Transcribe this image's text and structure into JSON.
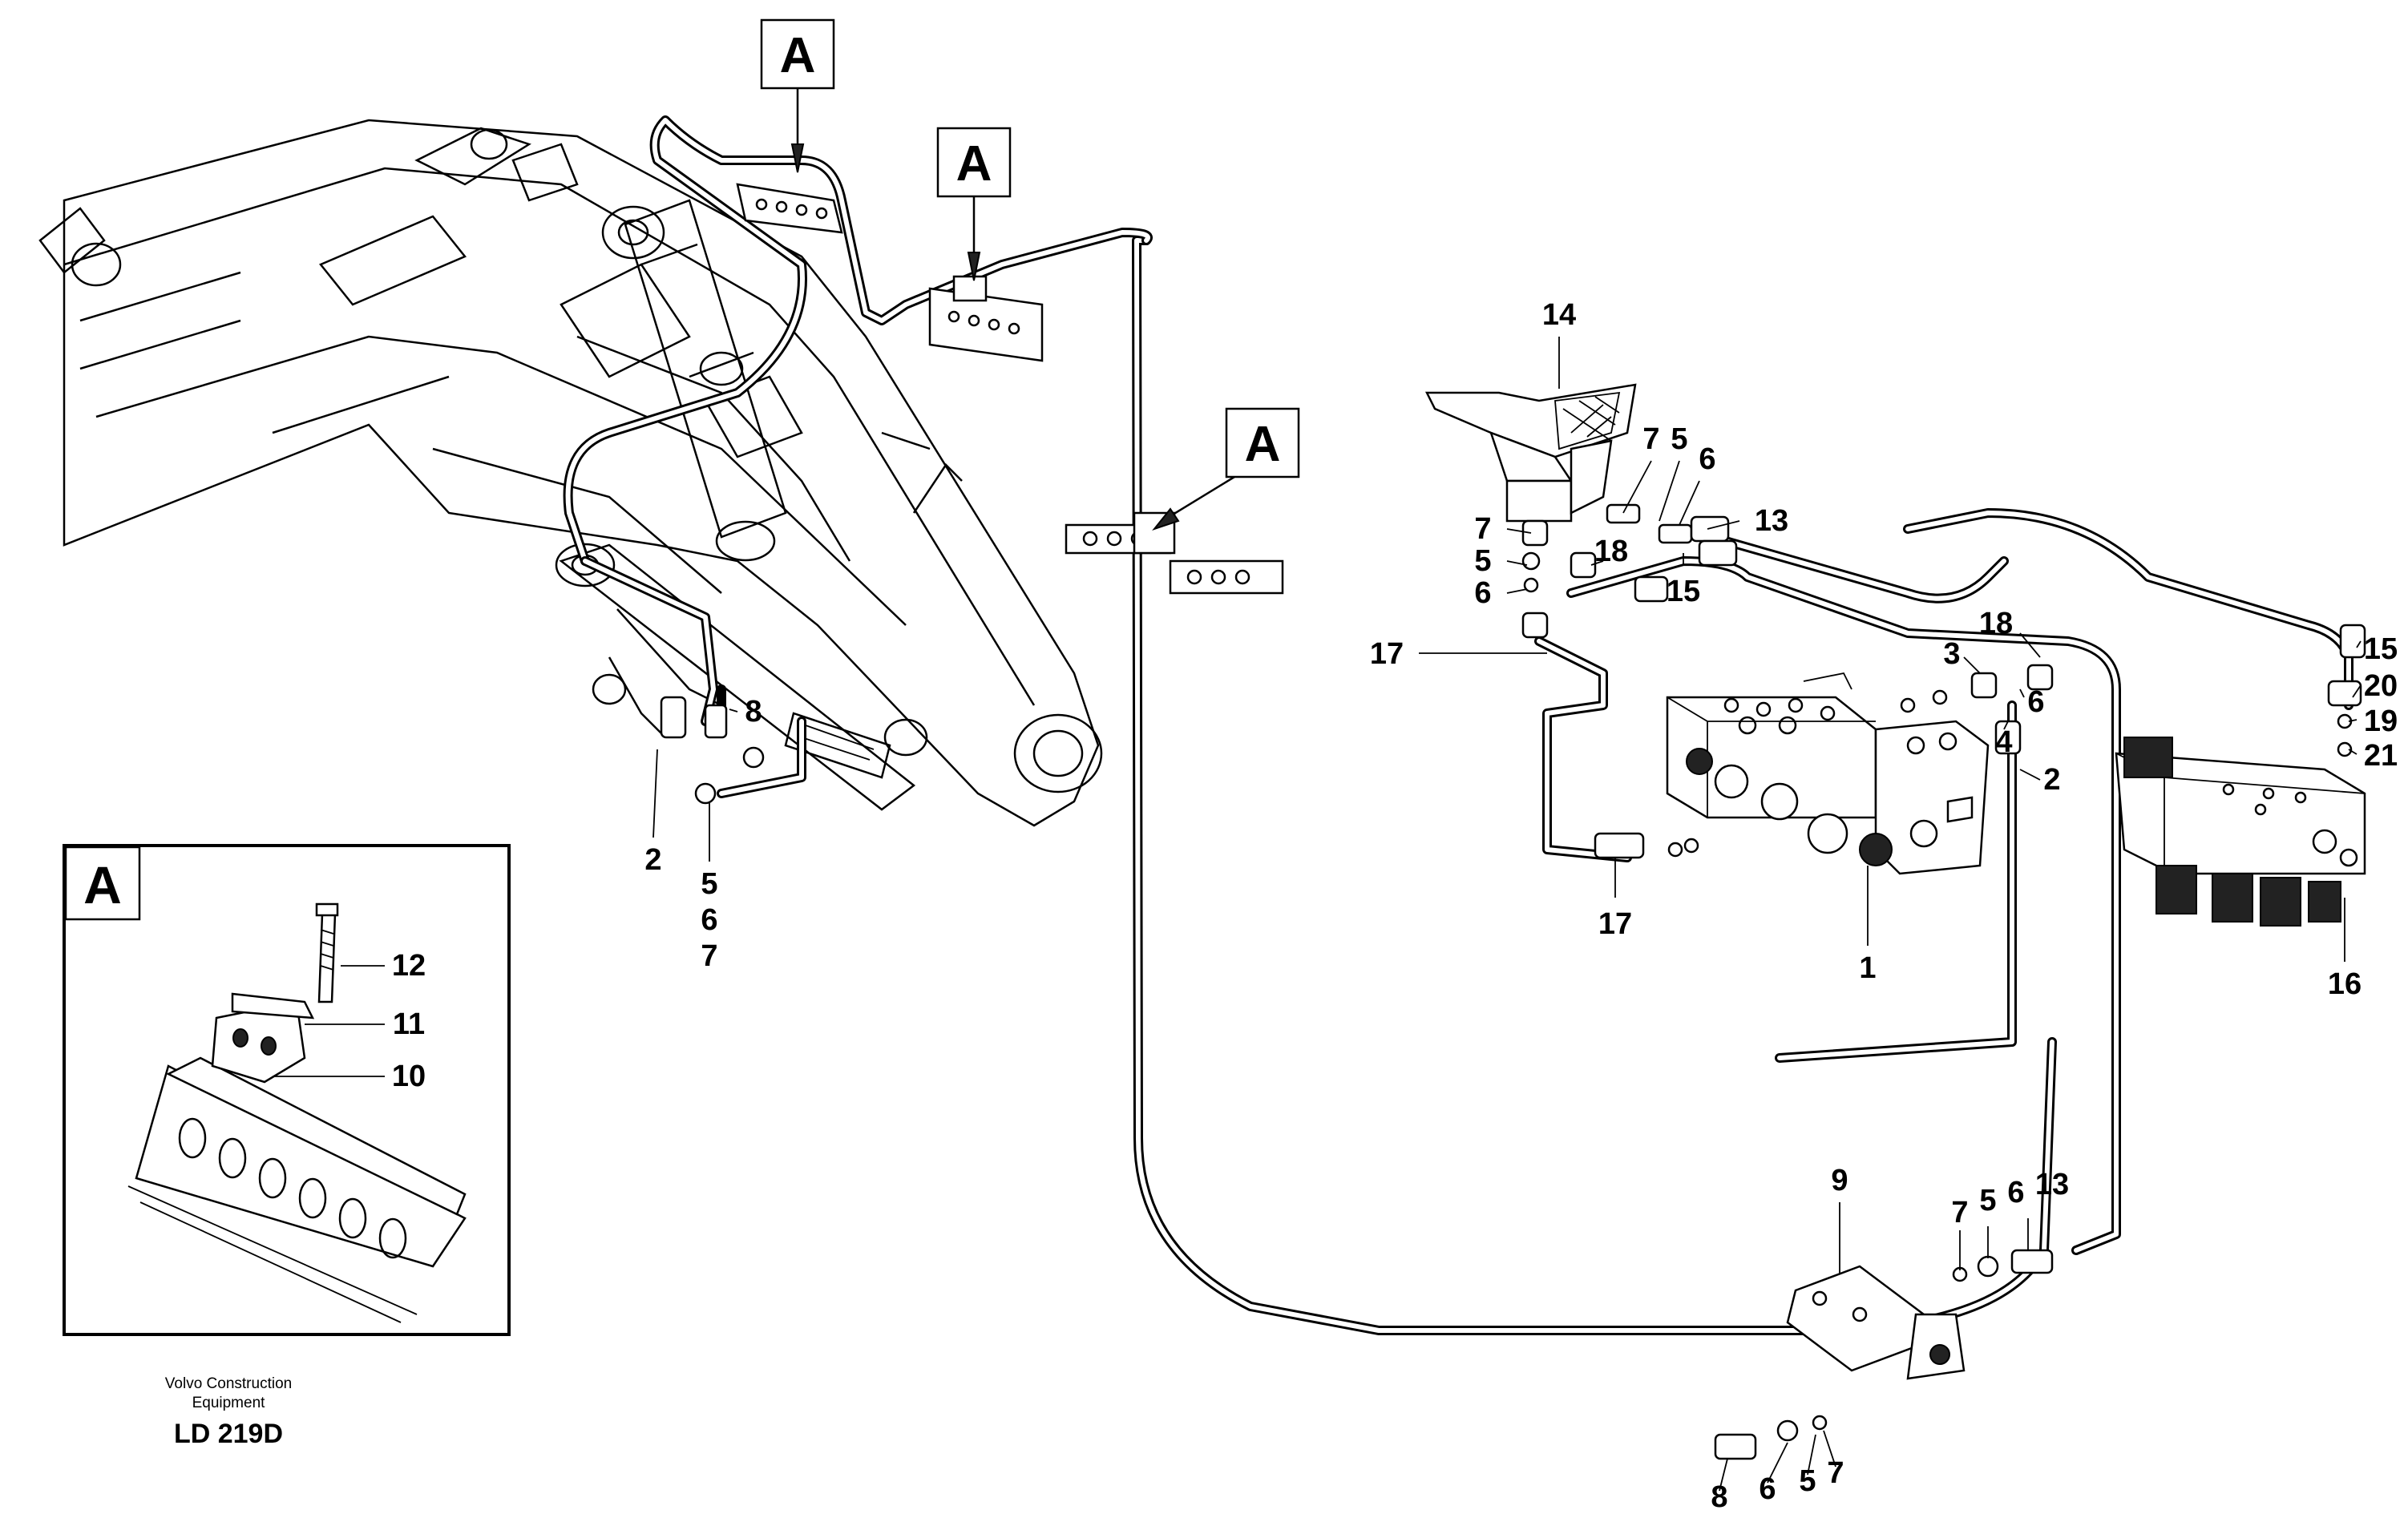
{
  "callouts": {
    "a1": "A",
    "a2": "A",
    "a3": "A",
    "inset": "A"
  },
  "labels": {
    "boom_2": "2",
    "boom_8": "8",
    "boom_5": "5",
    "boom_6": "6",
    "boom_7": "7",
    "p14": "14",
    "p7a": "7",
    "p5a": "5",
    "p6a": "6",
    "p13a": "13",
    "p7b": "7",
    "p5b": "5",
    "p6b": "6",
    "p18a": "18",
    "p15a": "15",
    "p17a": "17",
    "p18b": "18",
    "p3": "3",
    "p6c": "6",
    "p4": "4",
    "p2": "2",
    "p17b": "17",
    "p1": "1",
    "p15b": "15",
    "p20": "20",
    "p19": "19",
    "p21": "21",
    "p16": "16",
    "p9": "9",
    "p7c": "7",
    "p5c": "5",
    "p6d": "6",
    "p13b": "13",
    "p8b": "8",
    "p6e": "6",
    "p5d": "5",
    "p7d": "7",
    "inset_12": "12",
    "inset_11": "11",
    "inset_10": "10"
  },
  "footer": {
    "line1": "Volvo Construction",
    "line2": "Equipment",
    "code": "LD 219D"
  }
}
